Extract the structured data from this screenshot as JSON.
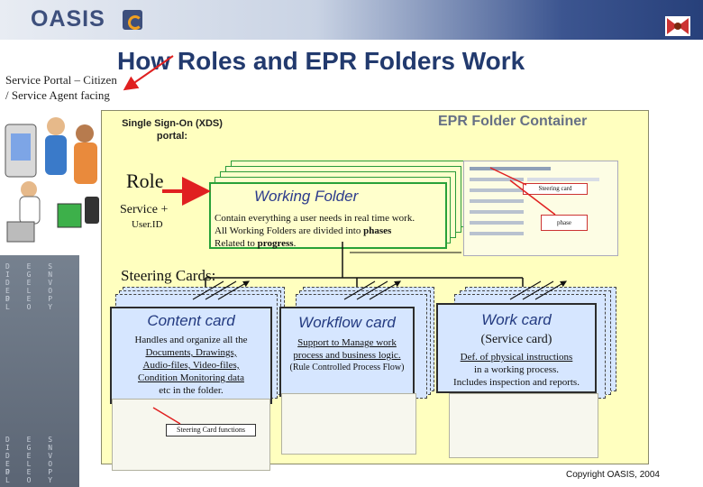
{
  "header": {
    "logo_text": "OASIS"
  },
  "slide": {
    "title": "How Roles and EPR Folders Work",
    "portal_line1": "Service Portal – Citizen",
    "portal_line2": "/ Service Agent facing",
    "side_words": [
      "D E S I G N",
      "D E V E L O P",
      "D E P L O Y",
      "D E S I G N",
      "D E V E L O P",
      "D E P L O Y"
    ]
  },
  "diagram": {
    "sso_line1": "Single Sign-On (XDS)",
    "sso_line2": "portal:",
    "epr_container": "EPR Folder Container",
    "role": "Role",
    "service": "Service +",
    "userid": "User.ID",
    "working_folder": {
      "title": "Working Folder",
      "line1": "Contain everything a user needs in real time work.",
      "line2_pre": "All Working Folders are divided into ",
      "line2_bold": "phases",
      "line3_pre": "Related to ",
      "line3_bold": "progress",
      "line3_post": "."
    },
    "steering_card_label": "Steering card",
    "phase_label": "phase",
    "steering_cards_heading": "Steering Cards:",
    "content_card": {
      "title": "Content card",
      "line1": "Handles and organize all the",
      "line2": "Documents, Drawings,",
      "line3": "Audio-files, Video-files,",
      "line4": "Condition Monitoring data",
      "line5": "etc in the folder."
    },
    "workflow_card": {
      "title": "Workflow card",
      "line1": "Support to Manage work",
      "line2": "process and business logic.",
      "line3": "(Rule Controlled Process Flow)"
    },
    "work_card": {
      "title": "Work card",
      "subtitle": "(Service card)",
      "line1": "Def. of physical instructions",
      "line2": "in a working process.",
      "line3": "Includes inspection and reports."
    },
    "steering_card_functions": "Steering Card functions"
  },
  "footer": {
    "copyright": "Copyright OASIS, 2004"
  },
  "colors": {
    "title": "#223a6e",
    "container": "#ffffbf",
    "card": "#d6e6ff",
    "arrow": "#e02020",
    "folder_border": "#28a138"
  }
}
